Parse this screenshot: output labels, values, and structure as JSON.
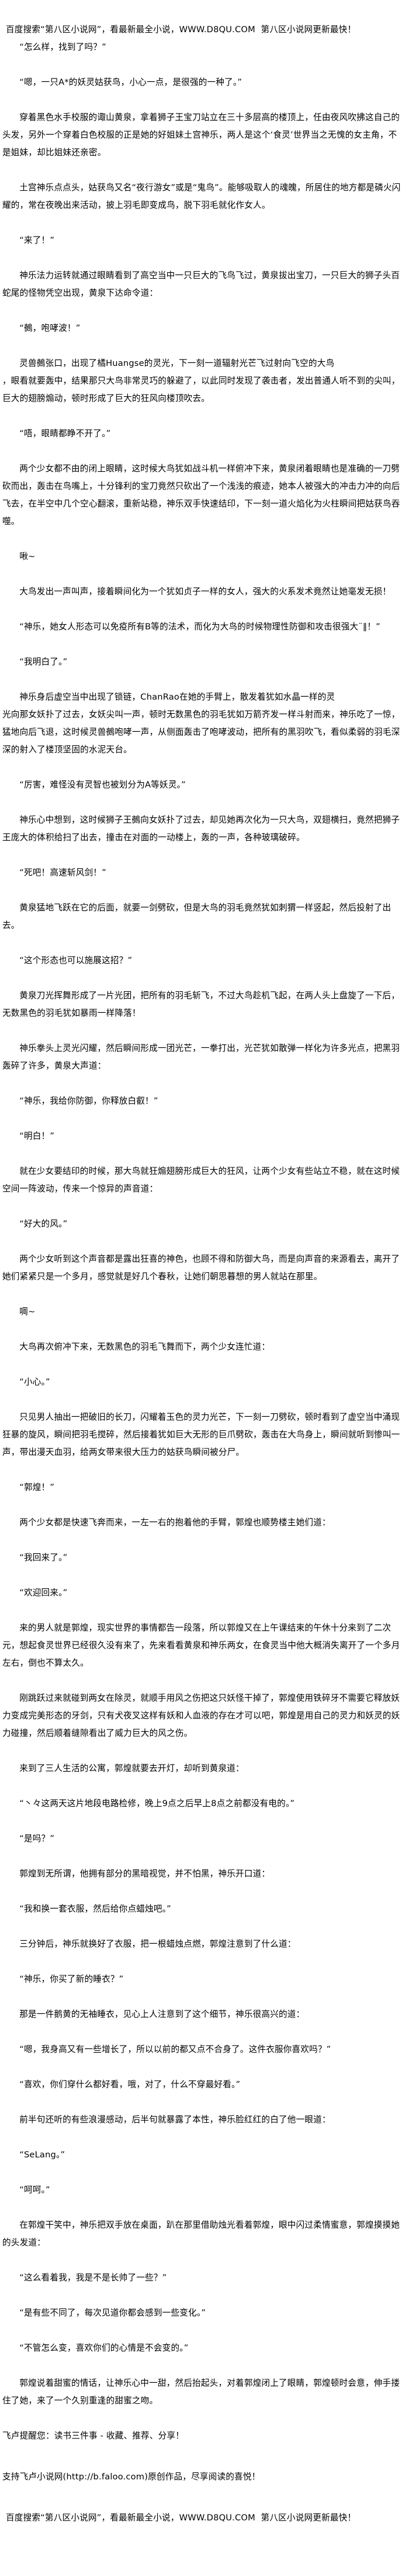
{
  "header_ad": "百度搜索“第八区小说网”，看最新最全小说，WWW.D8QU.COM  第八区小说网更新最快！",
  "paragraphs": [
    "“怎么样，找到了吗？”",
    "“嗯，一只A*的妖灵姑获鸟，小心一点，是很强的一种了。”",
    "穿着黑色水手校服的诹山黄泉，拿着狮子王宝刀站立在三十多层高的楼顶上，任由夜风吹拂这自己的头发，另外一个穿着白色校服的正是她的好姐妹土宫神乐，两人是这个‘食灵’世界当之无愧的女主角，不是姐妹，却比姐妹还亲密。",
    "土宫神乐点点头，姑获鸟又名“夜行游女”或是“鬼鸟”。能够吸取人的魂魄，所居住的地方都是磷火闪耀的，常在夜晚出来活动，披上羽毛即变成鸟，脱下羽毛就化作女人。",
    "“来了！”",
    "神乐法力运转就通过眼睛看到了高空当中一只巨大的飞鸟飞过，黄泉拔出宝刀，一只巨大的狮子头百蛇尾的怪物凭空出现，黄泉下达命令道：",
    "“鵺，咆哮波！”",
    "灵兽鵺张口，出现了橘Huangse的灵光，下一刻一道辐射光芒飞过射向飞空的大鸟\n，眼看就要轰中，结果那只大鸟非常灵巧的躲避了，以此同时发现了袭击者，发出普通人听不到的尖叫，巨大的翅膀煽动，顿时形成了巨大的狂风向楼顶吹去。",
    "“唔，眼睛都睁不开了。”",
    "两个少女都不由的闭上眼睛，这时候大鸟犹如战斗机一样俯冲下来，黄泉闭着眼睛也是准确的一刀劈砍而出，轰击在鸟嘴上，十分锋利的宝刀竟然只砍出了一个浅浅的痕迹，她本人被强大的冲击力冲的向后飞去，在半空中几个空心翻滚，重新站稳，神乐双手快速结印，下一刻一道火焰化为火柱瞬间把姑获鸟吞噬。",
    "啾~",
    "大鸟发出一声叫声，接着瞬间化为一个犹如贞子一样的女人，强大的火系发术竟然让她毫发无损！",
    "“神乐，她女人形态可以免疫所有B等的法术，而化为大鸟的时候物理性防御和攻击很强大¨‖！”",
    "“我明白了。”",
    "神乐身后虚空当中出现了锁链，ChanRao在她的手臂上，散发着犹如水晶一样的灵\n光向那女妖扑了过去，女妖尖叫一声，顿时无数黑色的羽毛犹如万箭齐发一样斗射而来，神乐吃了一惊，猛地向后飞退，这时候灵兽鵺咆哮一声，从侧面轰击了咆哮波动，把所有的黑羽吹飞，看似柔弱的羽毛深深的射入了楼顶坚固的水泥天台。",
    "“厉害，难怪没有灵智也被划分为A等妖灵。”",
    "神乐心中想到，这时候狮子王鵺向女妖扑了过去，却见她再次化为一只大鸟，双翅横扫，竟然把狮子王庞大的体积给扫了出去，撞击在对面的一动楼上，轰的一声，各种玻璃破碎。",
    "“死吧！高速斩风剑！”",
    "黄泉猛地飞跃在它的后面，就要一剑劈砍，但是大鸟的羽毛竟然犹如刺猬一样竖起，然后投射了出去。",
    "“这个形态也可以施展这招？”",
    "黄泉刀光挥舞形成了一片光团，把所有的羽毛斩飞，不过大鸟趁机飞起，在两人头上盘旋了一下后，无数黑色的羽毛犹如暴雨一样降落！",
    "神乐拳头上灵光闪耀，然后瞬间形成一团光芒，一拳打出，光芒犹如散弹一样化为许多光点，把黑羽轰碎了许多，黄泉大声道：",
    "“神乐，我给你防御，你释放白叡！”",
    "“明白！”",
    "就在少女要结印的时候，那大鸟就狂煽翅膀形成巨大的狂风，让两个少女有些站立不稳，就在这时候空间一阵波动，传来一个惊异的声音道：",
    "“好大的风。”",
    "两个少女听到这个声音都是露出狂喜的神色，也顾不得和防御大鸟，而是向声音的来源看去，离开了她们紧紧只是一个多月，感觉就是好几个春秋，让她们朝思暮想的男人就站在那里。",
    "啁~",
    "大鸟再次俯冲下来，无数黑色的羽毛飞舞而下，两个少女连忙道：",
    "“小心。”",
    "只见男人抽出一把破旧的长刀，闪耀着玉色的灵力光芒，下一刻一刀劈砍，顿时看到了虚空当中涌现狂暴的旋风，瞬间把羽毛搅碎，然后接着犹如巨大无形的巨爪劈砍，轰击在大鸟身上，瞬间就听到惨叫一声，带出漫天血羽，给两女带来很大压力的姑获鸟瞬间被分尸。",
    "“郭煌！”",
    "两个少女都是快速飞奔而来，一左一右的抱着他的手臂，郭煌也顺势楼主她们道：",
    "“我回来了。”",
    "“欢迎回来。”",
    "来的男人就是郭煌，现实世界的事情都告一段落，所以郭煌又在上午课结束的午休十分来到了二次元，想起食灵世界已经很久没有来了，先来看看黄泉和神乐两女，在食灵当中他大概消失离开了一个多月左右，倒也不算太久。",
    "刚跳跃过来就碰到两女在除灵，就顺手用风之伤把这只妖怪干掉了，郭煌使用铁碎牙不需要它释放妖力变成完美形态的牙剑，只有犬夜叉这样有妖和人血液的存在才可以吧，郭煌是用自己的灵力和妖灵的妖力碰撞，然后顺着缝隙看出了威力巨大的风之伤。",
    "来到了三人生活的公寓，郭煌就要去开灯，却听到黄泉道：",
    "“丶々这两天这片地段电路检修，晚上9点之后早上8点之前都没有电的。”",
    "“是吗？”",
    "郭煌到无所谓，他拥有部分的黑暗视觉，并不怕黑，神乐开口道：",
    "“我和换一套衣服，然后给你点蜡烛吧。”",
    "三分钟后，神乐就换好了衣服，把一根蜡烛点燃，郭煌注意到了什么道：",
    "“神乐，你买了新的睡衣？”",
    "那是一件鹅黄的无袖睡衣，见心上人注意到了这个细节，神乐很高兴的道：",
    "“嗯，我身高又有一些增长了，所以以前的都又点不合身了。这件衣服你喜欢吗？”",
    "“喜欢，你们穿什么都好看，哦，对了，什么不穿最好看。”",
    "前半句还听的有些浪漫感动，后半句就暴露了本性，神乐脸红红的白了他一眼道：",
    "“SeLang。”",
    "“呵呵。”",
    "在郭煌干笑中，神乐把双手放在桌面，趴在那里借助烛光看着郭煌，眼中闪过柔情蜜意，郭煌摸摸她的头发道：",
    "“这么看着我，我是不是长帅了一些？”",
    "“是有些不同了，每次见道你都会感到一些变化。”",
    "“不管怎么变，喜欢你们的心情是不会变的。”",
    "郭煌说着甜蜜的情话，让神乐心中一甜，然后抬起头，对着郭煌闭上了眼睛，郭煌顿时会意，伸手搂住了她，来了一个久别重逢的甜蜜之吻。"
  ],
  "footer": {
    "reminder": "飞卢提醒您：读书三件事 - 收藏、推荐、分享！",
    "support": "支持飞卢小说网(http://b.faloo.com)原创作品，尽享阅读的喜悦！",
    "bottom_ad": "百度搜索“第八区小说网”，看最新最全小说，WWW.D8QU.COM  第八区小说网更新最快！"
  }
}
